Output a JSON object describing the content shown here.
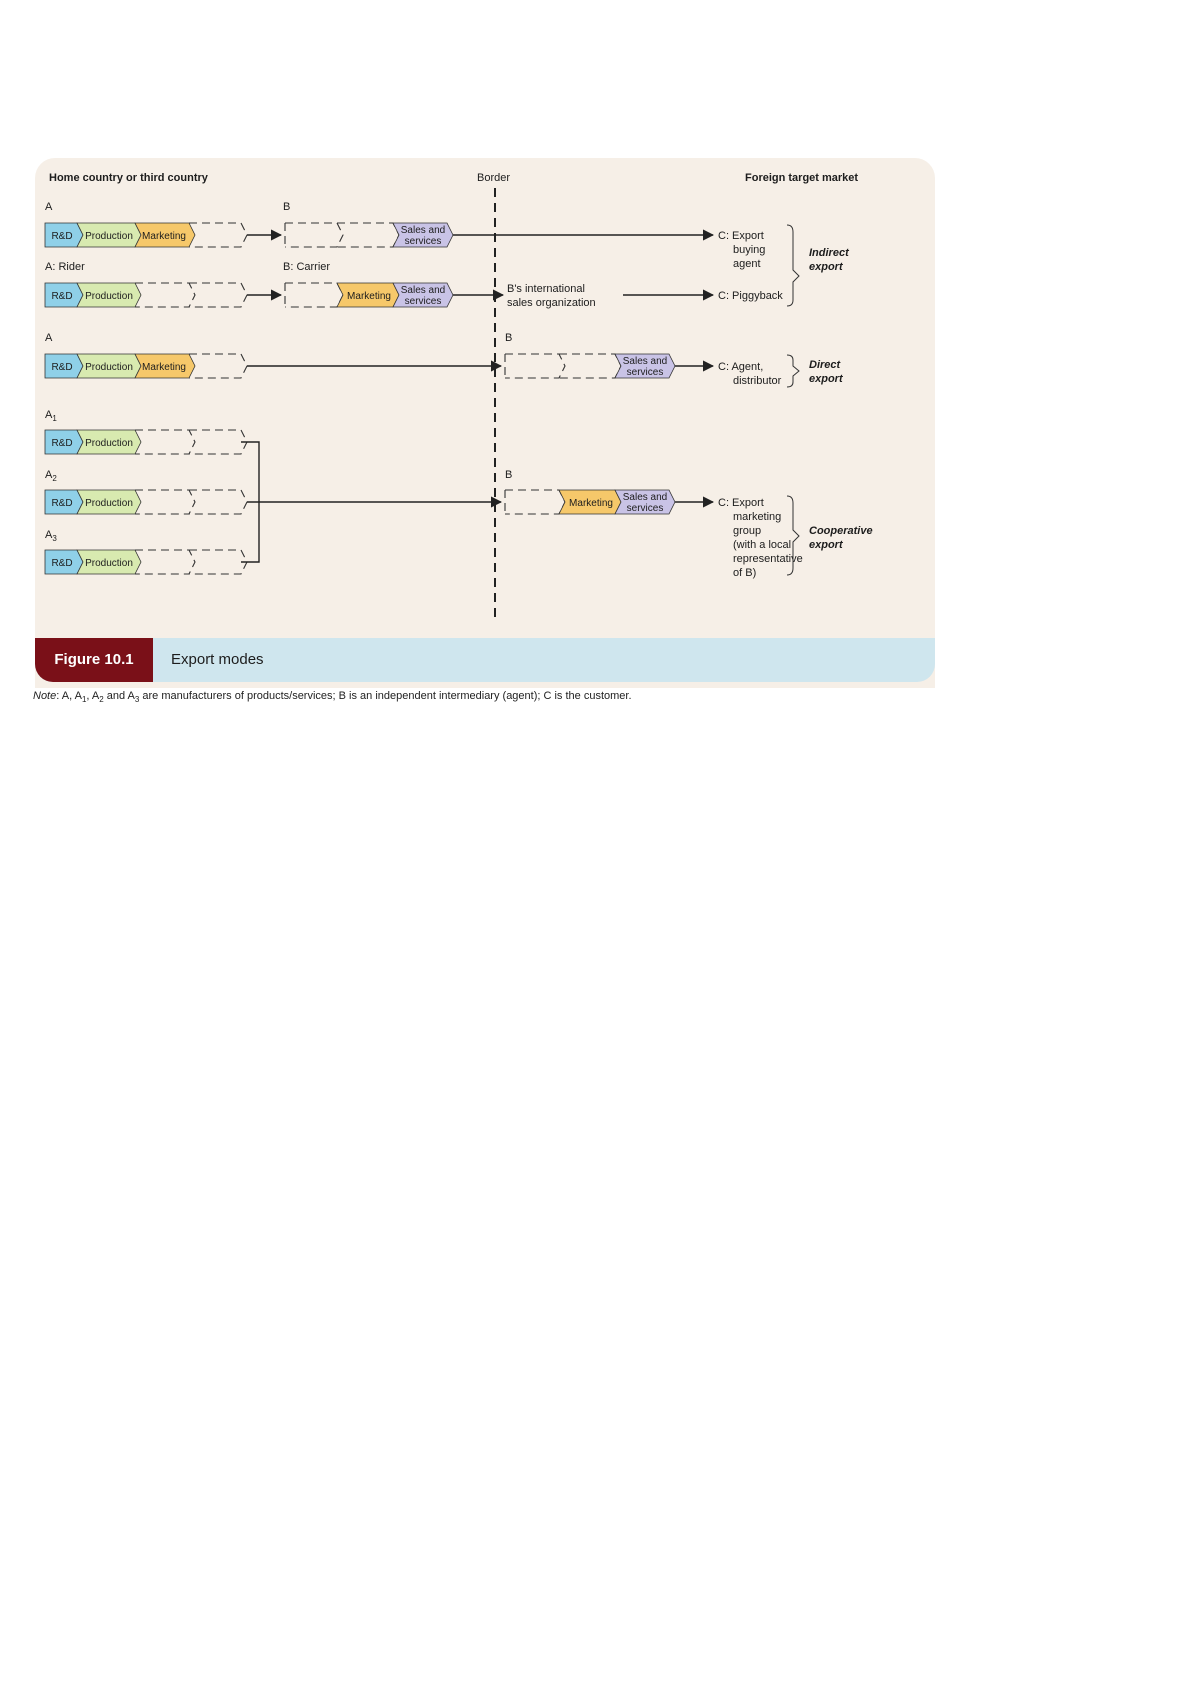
{
  "headers": {
    "home": "Home country or third country",
    "border": "Border",
    "foreign": "Foreign target market"
  },
  "stages": {
    "rd": "R&D",
    "production": "Production",
    "marketing": "Marketing",
    "sales": [
      "Sales and",
      "services"
    ]
  },
  "rows": {
    "r1": {
      "a": "A",
      "b": "B",
      "c": [
        "C: Export",
        "buying",
        "agent"
      ]
    },
    "r2": {
      "a": "A: Rider",
      "b": "B: Carrier",
      "intl": [
        "B's international",
        "sales organization"
      ],
      "c": [
        "C: Piggyback"
      ]
    },
    "r3": {
      "a": "A",
      "b": "B",
      "c": [
        "C: Agent,",
        "distributor"
      ]
    },
    "coop": {
      "a1": "A",
      "a2": "A",
      "a3": "A",
      "sub1": "1",
      "sub2": "2",
      "sub3": "3",
      "b": "B",
      "c": [
        "C: Export",
        "marketing",
        "group",
        "(with a local",
        "representative",
        "of B)"
      ]
    }
  },
  "groups": {
    "indirect": [
      "Indirect",
      "export"
    ],
    "direct": [
      "Direct",
      "export"
    ],
    "cooperative": [
      "Cooperative",
      "export"
    ]
  },
  "colors": {
    "rd": "#8fd0e8",
    "production": "#d8eab0",
    "marketing": "#f6c86a",
    "sales": "#c9c3e6",
    "panel": "#f6efe7",
    "caption_bar": "#cfe6ee",
    "figure_label_bg": "#7a1018"
  },
  "caption": {
    "label": "Figure 10.1",
    "title": "Export modes"
  },
  "note": {
    "prefix": "Note",
    "t1": ": A, A",
    "s1": "1",
    "t2": ", A",
    "s2": "2",
    "t3": " and A",
    "s3": "3",
    "t4": " are manufacturers of products/services; B is an independent intermediary (agent); C is the customer."
  }
}
